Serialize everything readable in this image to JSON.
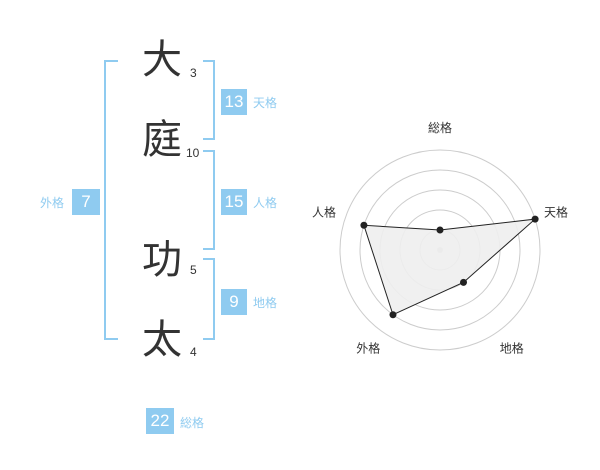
{
  "name": {
    "characters": [
      {
        "char": "大",
        "strokes": "3"
      },
      {
        "char": "庭",
        "strokes": "10"
      },
      {
        "char": "功",
        "strokes": "5"
      },
      {
        "char": "太",
        "strokes": "4"
      }
    ]
  },
  "fortunes": {
    "tenkaku": {
      "label": "天格",
      "value": "13"
    },
    "jinkaku": {
      "label": "人格",
      "value": "15"
    },
    "chikaku": {
      "label": "地格",
      "value": "9"
    },
    "gaikaku": {
      "label": "外格",
      "value": "7"
    },
    "soukaku": {
      "label": "総格",
      "value": "22"
    }
  },
  "radar": {
    "axes": [
      "総格",
      "天格",
      "地格",
      "外格",
      "人格"
    ],
    "values": [
      1,
      5,
      2,
      4,
      4
    ],
    "max": 5,
    "rings": 5,
    "colors": {
      "fill": "#eeeeee",
      "line": "#222222",
      "grid": "#cccccc",
      "accent": "#8fcbf0"
    }
  }
}
